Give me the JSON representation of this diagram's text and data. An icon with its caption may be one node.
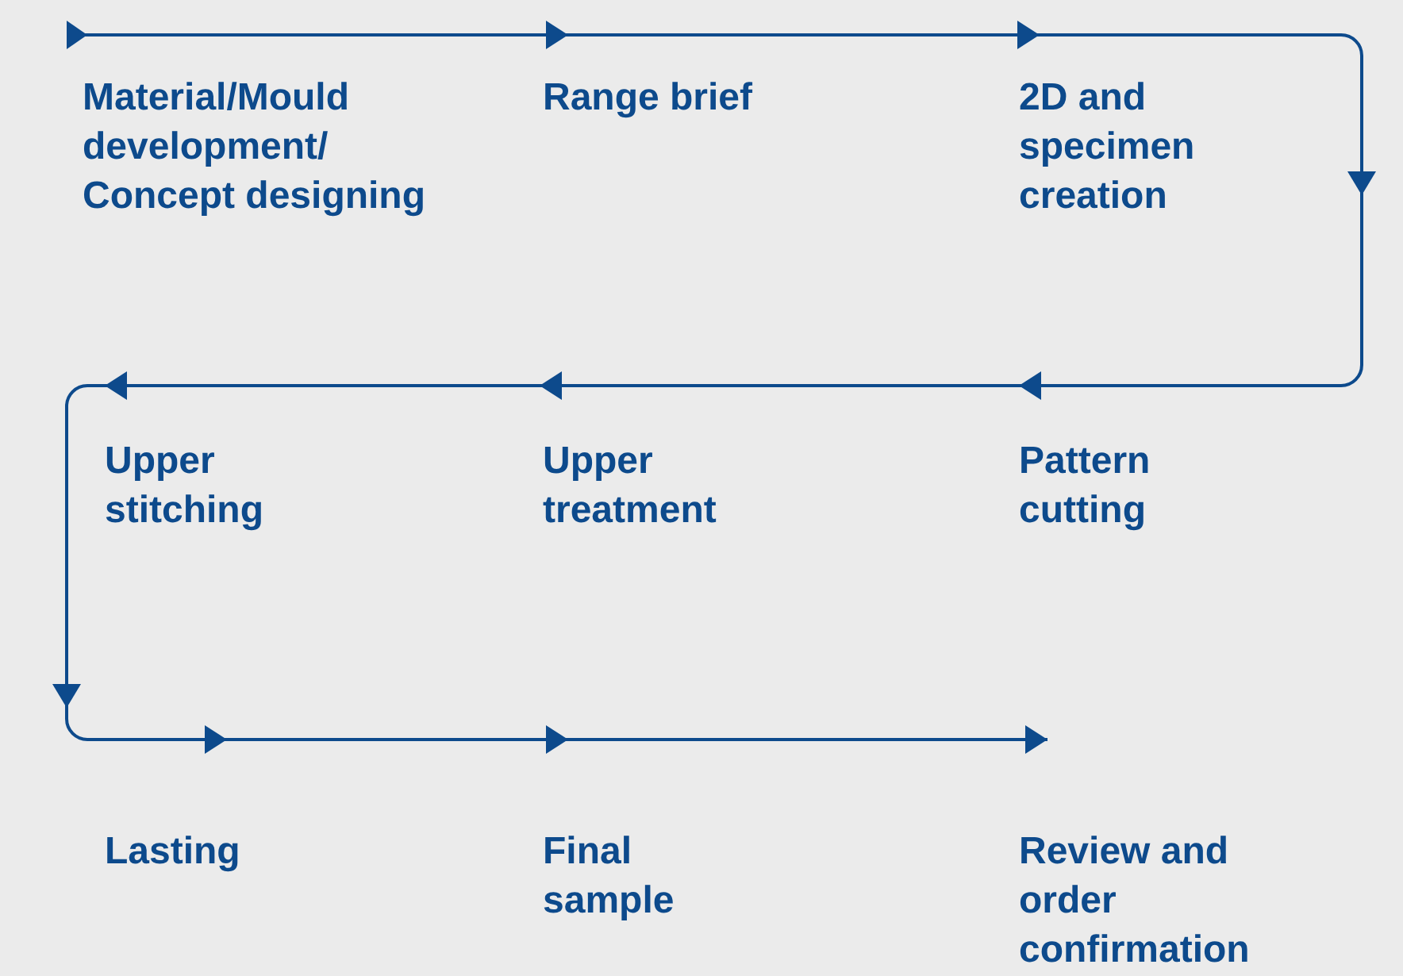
{
  "diagram": {
    "nodes": [
      {
        "text": [
          "Material/Mould development/ Concept designing"
        ]
      },
      {
        "text": [
          "Range brief"
        ]
      },
      {
        "text": [
          "2D and specimen creation"
        ]
      },
      {
        "text": [
          "Pattern cutting"
        ]
      },
      {
        "text": [
          "Upper treatment"
        ]
      },
      {
        "text": [
          "Upper stitching"
        ]
      },
      {
        "text": [
          "Lasting"
        ]
      },
      {
        "text": [
          "Final sample"
        ]
      },
      {
        "text": [
          "Review and order confirmation"
        ]
      }
    ],
    "edges": [
      {
        "from": 0,
        "to": 1,
        "arrow": "to"
      },
      {
        "from": 1,
        "to": 2,
        "arrow": "to"
      },
      {
        "from": 2,
        "to": 3,
        "arrow": "to"
      },
      {
        "from": 3,
        "to": 4,
        "arrow": "to"
      },
      {
        "from": 4,
        "to": 5,
        "arrow": "to"
      },
      {
        "from": 5,
        "to": 6,
        "arrow": "to"
      },
      {
        "from": 6,
        "to": 7,
        "arrow": "to"
      },
      {
        "from": 7,
        "to": 8,
        "arrow": "to"
      }
    ]
  }
}
